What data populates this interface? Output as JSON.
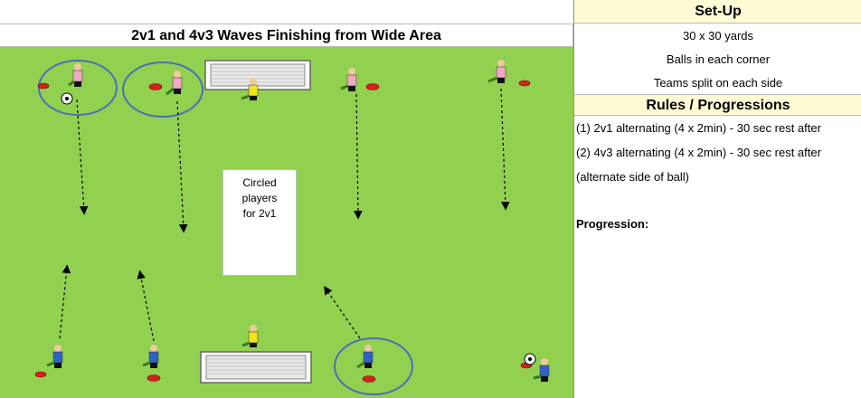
{
  "drill": {
    "title": "2v1 and 4v3 Waves Finishing from Wide Area",
    "note_lines": [
      "Circled",
      "players",
      "for 2v1"
    ]
  },
  "setup": {
    "header": "Set-Up",
    "lines": [
      "30 x 30 yards",
      "Balls in each corner",
      "Teams split on each side"
    ]
  },
  "rules": {
    "header": "Rules / Progressions",
    "lines": [
      "(1) 2v1 alternating (4 x 2min) - 30 sec rest after",
      "(2) 4v3 alternating (4 x 2min) - 30 sec rest after",
      "(alternate side of ball)"
    ],
    "progression_label": "Progression:"
  },
  "colors": {
    "field": "#92d050",
    "header_bg": "#fffcd5",
    "team_pink": "#f4a6c8",
    "team_blue": "#2e62c6",
    "goalkeeper": "#f2e21a",
    "circle": "#4a6fb5"
  }
}
